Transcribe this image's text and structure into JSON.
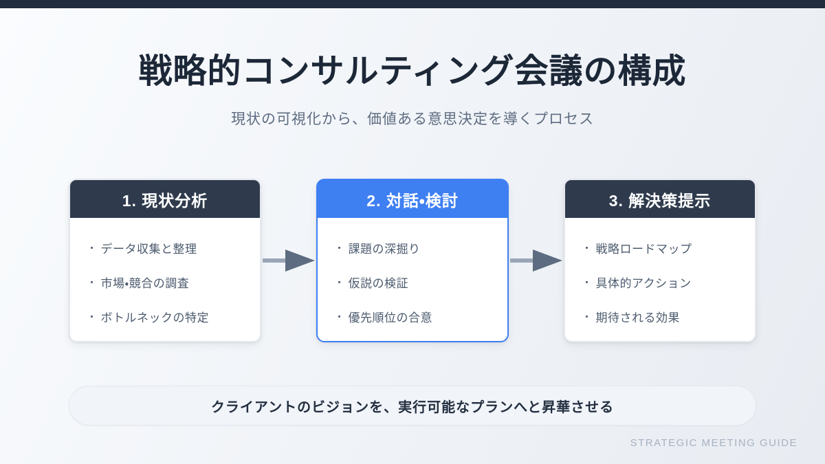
{
  "ui": {
    "bullet": "・"
  },
  "slide": {
    "title": "戦略的コンサルティング会議の構成",
    "subtitle": "現状の可視化から、価値ある意思決定を導くプロセス",
    "banner_text": "クライアントのビジョンを、実行可能なプランへと昇華させる",
    "footer_text": "STRATEGIC MEETING GUIDE"
  },
  "steps": [
    {
      "title": "1. 現状分析",
      "style": "dark",
      "items": [
        "データ収集と整理",
        "市場・競合の調査",
        "ボトルネックの特定"
      ]
    },
    {
      "title": "2. 対話・検討",
      "style": "blue",
      "items": [
        "課題の深掘り",
        "仮説の検証",
        "優先順位の合意"
      ]
    },
    {
      "title": "3. 解決策提示",
      "style": "dark",
      "items": [
        "戦略ロードマップ",
        "具体的アクション",
        "期待される効果"
      ]
    }
  ],
  "colors": {
    "accent_dark": "#2f3b4d",
    "accent_blue": "#3e7ff2",
    "topbar": "#212c3e",
    "arrow_shaft": "#9aa6b6",
    "arrow_head": "#5d6c80"
  }
}
